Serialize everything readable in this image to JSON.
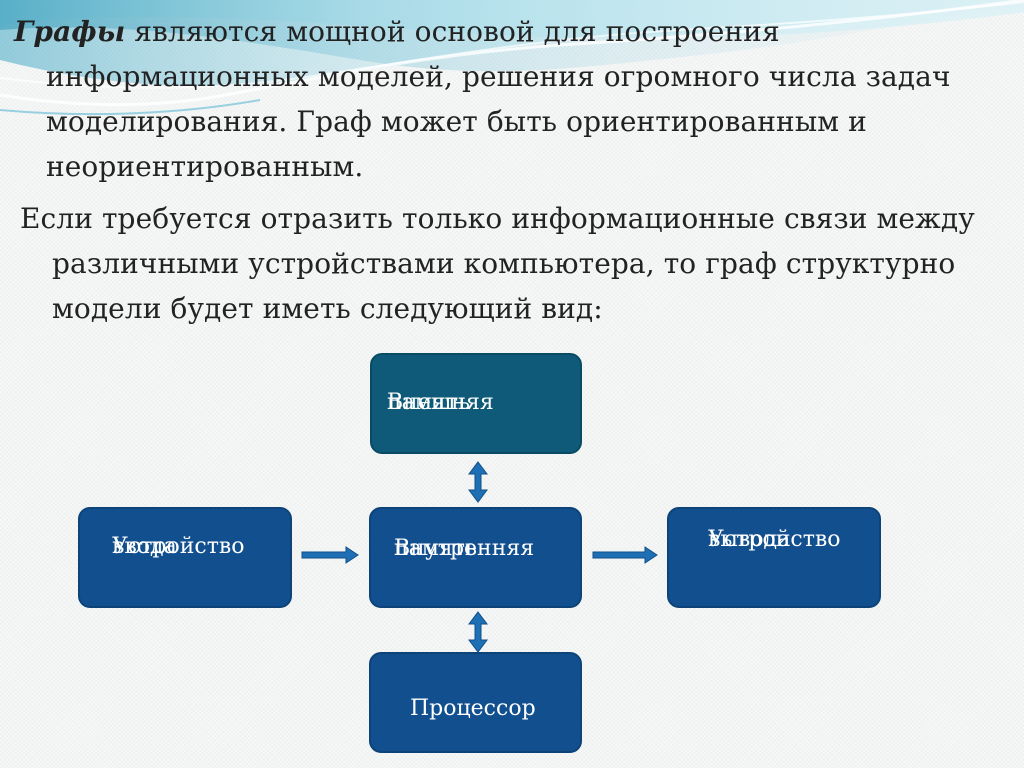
{
  "paragraph_1": {
    "bold_term": "Графы",
    "rest": " являются мощной основой для построения информационных моделей, решения огромного числа задач моделирования. Граф может быть ориентированным и неориентированным."
  },
  "paragraph_2": {
    "text": "Если требуется отразить только информационные связи между различными устройствами компьютера, то граф структурно модели будет иметь следующий вид:"
  },
  "diagram": {
    "nodes": {
      "external_memory": [
        "Внешняя",
        "память"
      ],
      "input_device": [
        "Устройство",
        "ввода"
      ],
      "internal_memory": [
        "Внутренняя",
        "память"
      ],
      "output_device": [
        "Устройство",
        "вывода"
      ],
      "processor": [
        "Процессор"
      ]
    },
    "colors": {
      "node_blue": "#114f8f",
      "node_teal": "#0e5a78",
      "arrow": "#1f6fb5",
      "wave_light": "#8fd3e3",
      "wave_dark": "#2fa0bf"
    }
  }
}
